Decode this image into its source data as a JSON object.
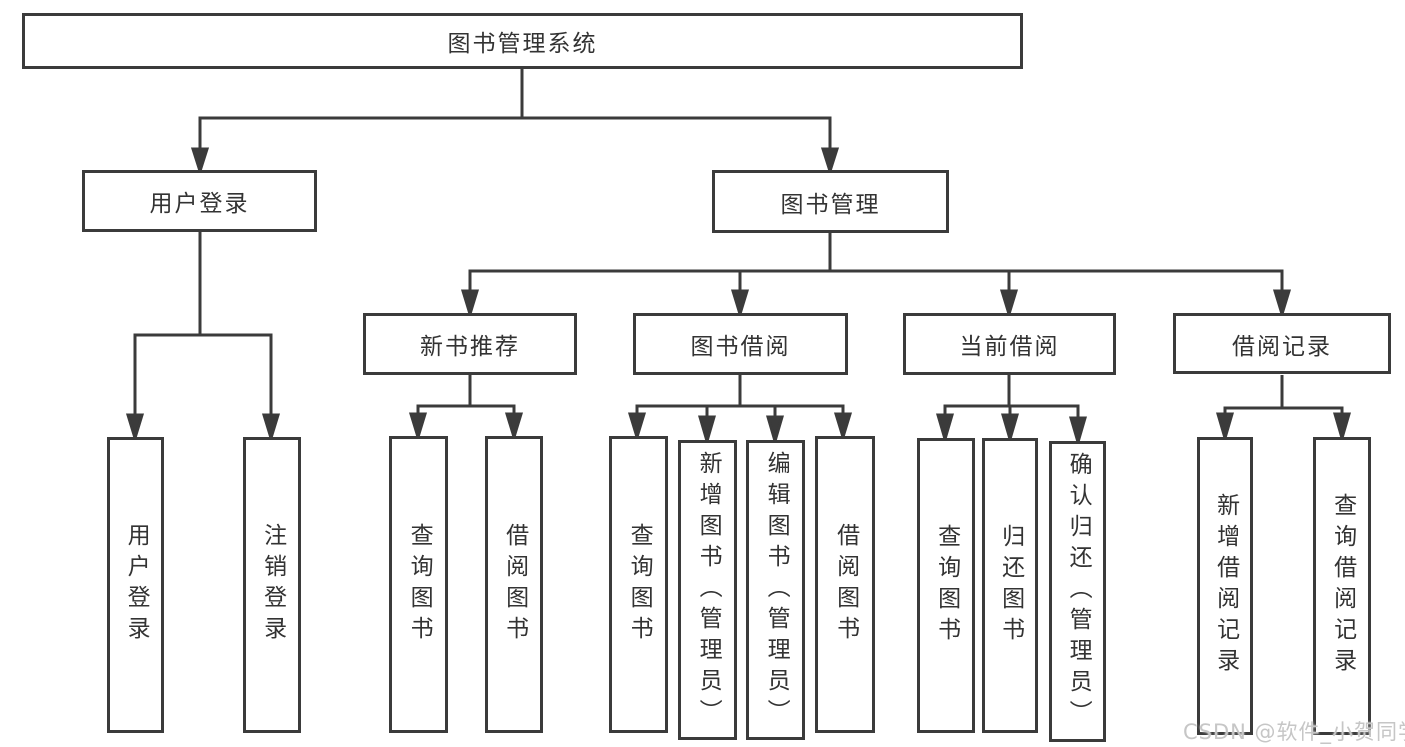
{
  "tree": {
    "root": {
      "label": "图书管理系统"
    },
    "branches": [
      {
        "label": "用户登录",
        "children": [
          {
            "label": "用户登录"
          },
          {
            "label": "注销登录"
          }
        ]
      },
      {
        "label": "图书管理",
        "children": [
          {
            "label": "新书推荐",
            "children": [
              {
                "label": "查询图书"
              },
              {
                "label": "借阅图书"
              }
            ]
          },
          {
            "label": "图书借阅",
            "children": [
              {
                "label": "查询图书"
              },
              {
                "label": "新增图书（管理员）"
              },
              {
                "label": "编辑图书（管理员）"
              },
              {
                "label": "借阅图书"
              }
            ]
          },
          {
            "label": "当前借阅",
            "children": [
              {
                "label": "查询图书"
              },
              {
                "label": "归还图书"
              },
              {
                "label": "确认归还（管理员）"
              }
            ]
          },
          {
            "label": "借阅记录",
            "children": [
              {
                "label": "新增借阅记录"
              },
              {
                "label": "查询借阅记录"
              }
            ]
          }
        ]
      }
    ]
  },
  "watermark": "CSDN @软件_小贺同学",
  "colors": {
    "line": "#3b3b3b",
    "text": "#333333",
    "background": "#ffffff",
    "watermark": "#c6c6c6"
  }
}
